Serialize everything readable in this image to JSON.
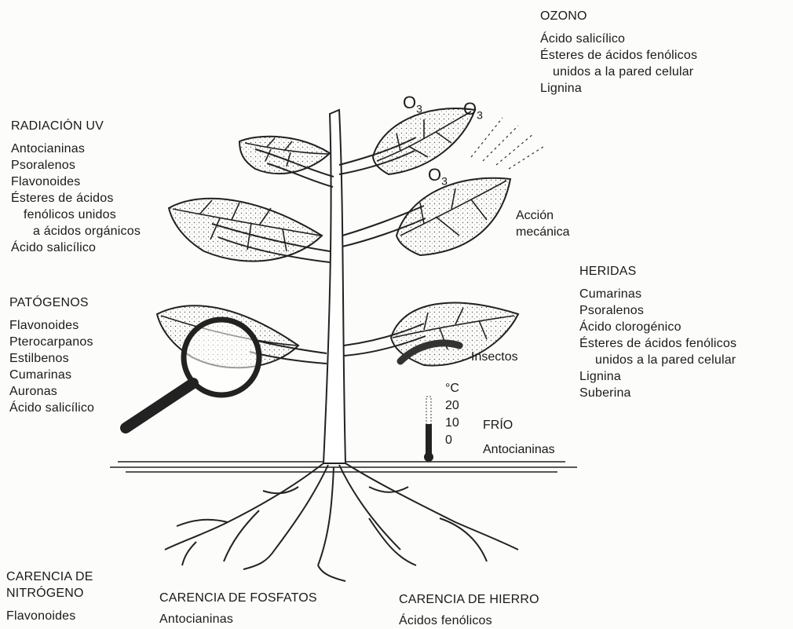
{
  "ozono": {
    "title": "OZONO",
    "items": [
      "Ácido salicílico",
      "Ésteres de ácidos fenólicos",
      "unidos a la pared celular",
      "Lignina"
    ]
  },
  "radiacion_uv": {
    "title": "RADIACIÓN UV",
    "items": [
      "Antocianinas",
      "Psoralenos",
      "Flavonoides",
      "Ésteres de ácidos",
      "fenólicos unidos",
      "a ácidos orgánicos",
      "Ácido salicílico"
    ]
  },
  "patogenos": {
    "title": "PATÓGENOS",
    "items": [
      "Flavonoides",
      "Pterocarpanos",
      "Estilbenos",
      "Cumarinas",
      "Auronas",
      "Ácido salicílico"
    ]
  },
  "heridas": {
    "title": "HERIDAS",
    "items": [
      "Cumarinas",
      "Psoralenos",
      "Ácido clorogénico",
      "Ésteres de ácidos fenólicos",
      "unidos a la pared celular",
      "Lignina",
      "Suberina"
    ]
  },
  "frio": {
    "title": "FRÍO",
    "items": [
      "Antocianinas"
    ]
  },
  "carencia_nitrogeno": {
    "title_line1": "CARENCIA DE",
    "title_line2": "NITRÓGENO",
    "items": [
      "Flavonoides"
    ]
  },
  "carencia_fosfatos": {
    "title": "CARENCIA DE FOSFATOS",
    "items": [
      "Antocianinas"
    ]
  },
  "carencia_hierro": {
    "title": "CARENCIA DE HIERRO",
    "items": [
      "Ácidos fenólicos"
    ]
  },
  "labels": {
    "accion_line1": "Acción",
    "accion_line2": "mecánica",
    "insectos": "Insectos",
    "ozone_symbol": "O",
    "ozone_sub": "3",
    "thermo_unit": "°C",
    "thermo_ticks": [
      "20",
      "10",
      "0"
    ]
  },
  "colors": {
    "ink": "#1a1a1a",
    "background": "#fcfcfa"
  }
}
